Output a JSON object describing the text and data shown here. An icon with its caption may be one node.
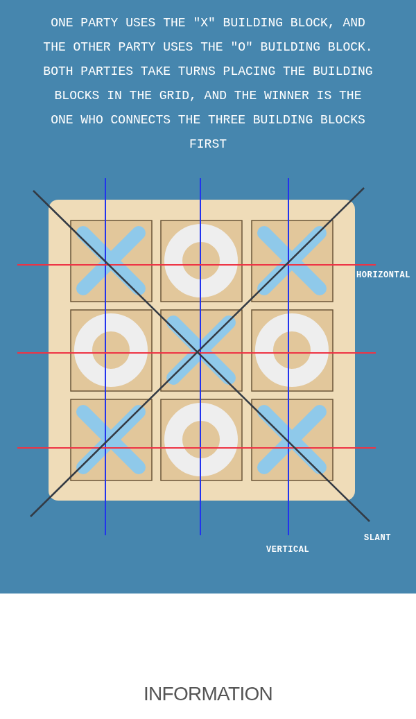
{
  "diagram": {
    "labels": [
      "ONE PARTY USES THE ″X″ BUILDING BLOCK, AND THE OTHER PARTY USES THE ″O″ BUILDING BLOCK. BOTH PARTIES TAKE TURNS PLACING THE BUILDING BLOCKS IN THE GRID, AND THE WINNER IS THE ONE WHO CONNECTS THE THREE BUILDING BLOCKS FIRST",
      "HORIZONTAL",
      "VERTICAL",
      "SLANT",
      "INFORMATION"
    ]
  }
}
